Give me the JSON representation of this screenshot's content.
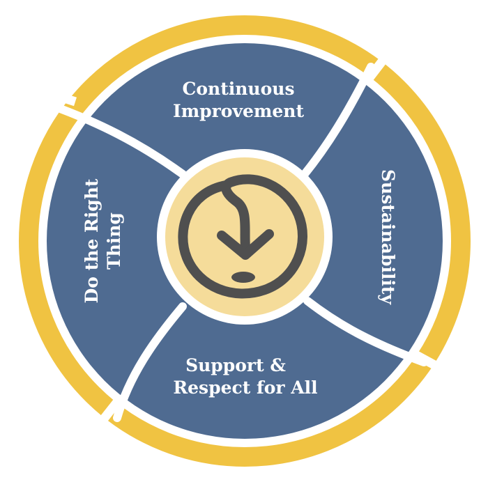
{
  "diagram": {
    "segments": {
      "top": {
        "line1": "Continuous",
        "line2": "Improvement"
      },
      "right": {
        "line1": "Sustainability"
      },
      "bottom": {
        "line1": "Support &",
        "line2": "Respect for All"
      },
      "left": {
        "line1": "Do the Right",
        "line2": "Thing"
      }
    },
    "center_icon": "circular-arrow-down-icon",
    "colors": {
      "outer_ring": "#F0C342",
      "segment_fill": "#4F6B91",
      "center_fill": "#F5DC9A",
      "icon_stroke": "#4F4F4F",
      "separator": "#FFFFFF"
    }
  }
}
